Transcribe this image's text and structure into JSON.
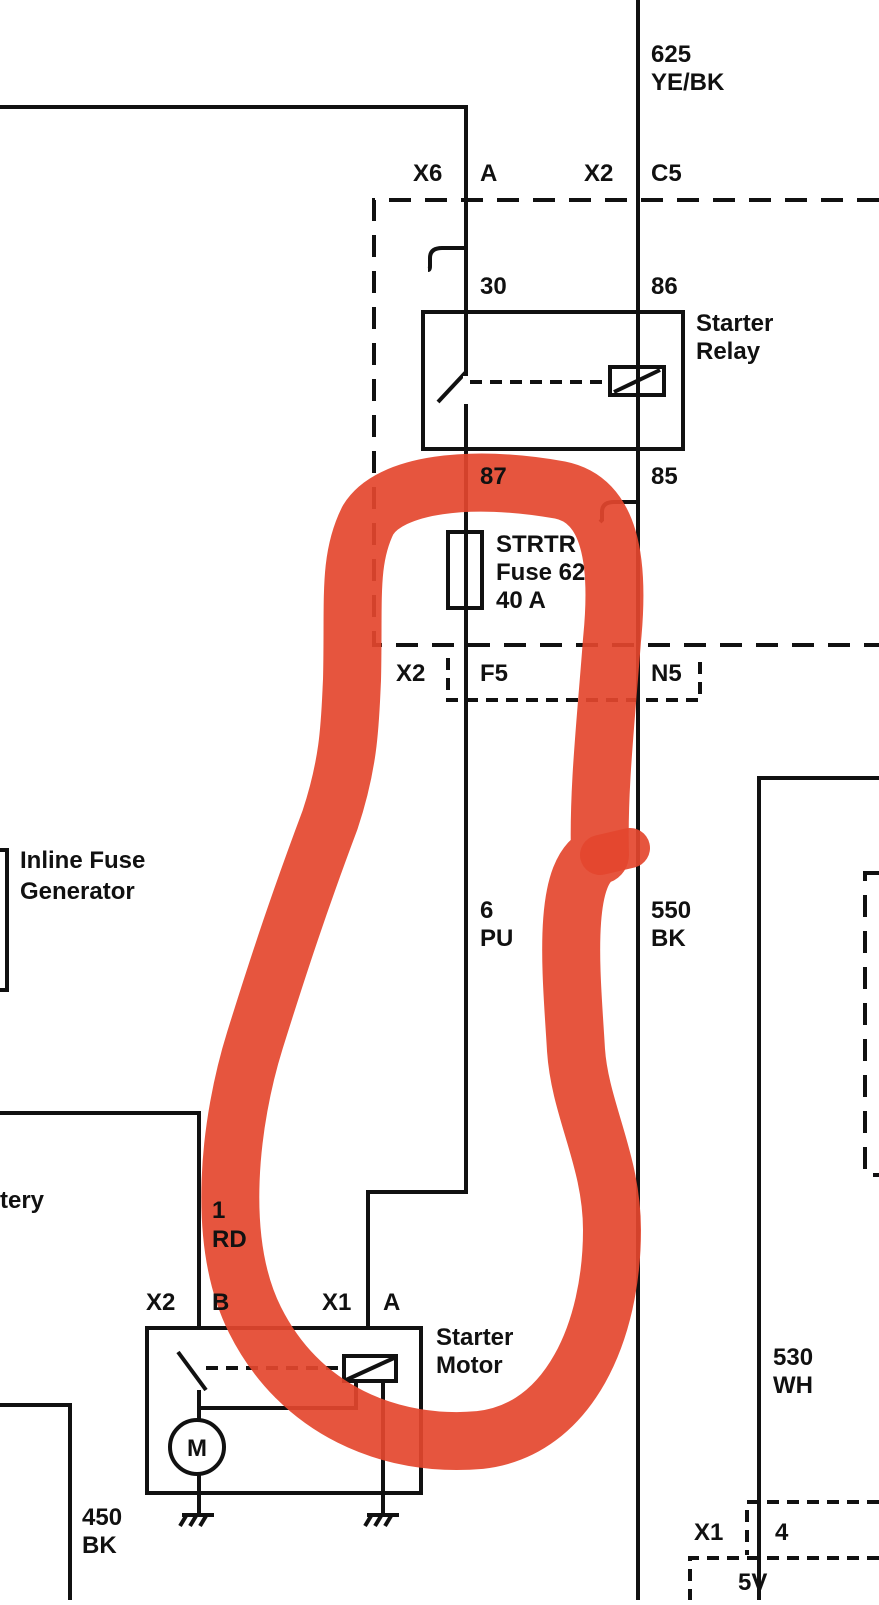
{
  "diagram": {
    "wires": {
      "top_right": {
        "circuit": "625",
        "color": "YE/BK"
      },
      "relay_fuse_feed": {
        "circuit": "6",
        "color": "PU"
      },
      "relay_ground": {
        "circuit": "550",
        "color": "BK"
      },
      "battery_cable": {
        "circuit": "1",
        "color": "RD"
      },
      "motor_ground": {
        "circuit": "450",
        "color": "BK"
      },
      "right_signal": {
        "circuit": "530",
        "color": "WH"
      }
    },
    "connectors": {
      "x6": "X6",
      "x6_pin": "A",
      "x2_top": "X2",
      "x2_top_pin": "C5",
      "x2_mid": "X2",
      "x2_mid_pin_f": "F5",
      "x2_mid_pin_n": "N5",
      "motor_x2": "X2",
      "motor_x2_pin": "B",
      "motor_x1": "X1",
      "motor_x1_pin": "A",
      "bottom_x1": "X1",
      "bottom_x1_pin": "4"
    },
    "relay": {
      "name_line1": "Starter",
      "name_line2": "Relay",
      "pin_30": "30",
      "pin_86": "86",
      "pin_87": "87",
      "pin_85": "85"
    },
    "fuse": {
      "line1": "STRTR",
      "line2": "Fuse 62",
      "line3": "40 A"
    },
    "inline_fuse": {
      "line1": "Inline Fuse",
      "line2": "Generator"
    },
    "battery_partial": "tery",
    "starter_motor": {
      "name_line1": "Starter",
      "name_line2": "Motor",
      "motor_symbol": "M"
    },
    "voltage": "5V"
  },
  "colors": {
    "highlight": "#e4472e",
    "line": "#111111"
  },
  "icons": [
    "ground-icon",
    "motor-icon",
    "relay-coil-icon",
    "switch-contact-icon",
    "fuse-icon"
  ]
}
